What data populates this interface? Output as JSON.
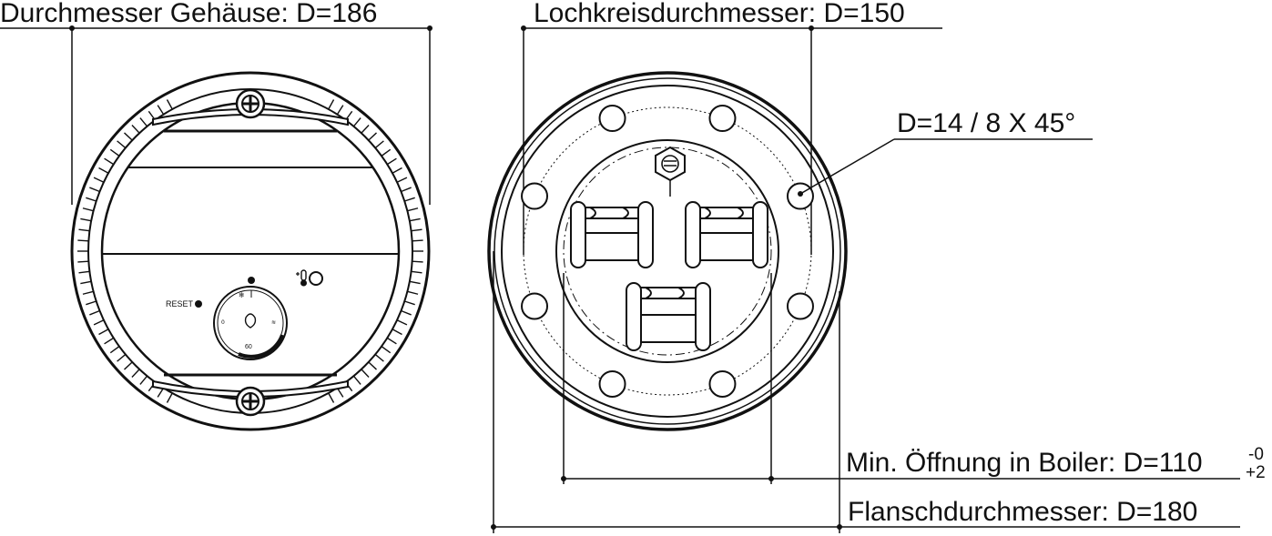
{
  "labels": {
    "housing_diameter": "Durchmesser Gehäuse: D=186",
    "bolt_circle": "Lochkreisdurchmesser: D=150",
    "hole_spec": "D=14 / 8 X 45°",
    "min_opening": "Min. Öffnung in Boiler: D=110",
    "tol_upper": "-0",
    "tol_lower": "+2",
    "flange_diameter": "Flanschdurchmesser: D=180",
    "reset": "RESET",
    "dial_60": "60"
  },
  "colors": {
    "line": "#111111",
    "background": "#ffffff"
  },
  "icons": {
    "reset-indicator": "filled-dot",
    "thermometer": "thermometer-icon",
    "lamp": "pilot-lamp-icon",
    "screw": "cross-screw-icon"
  }
}
